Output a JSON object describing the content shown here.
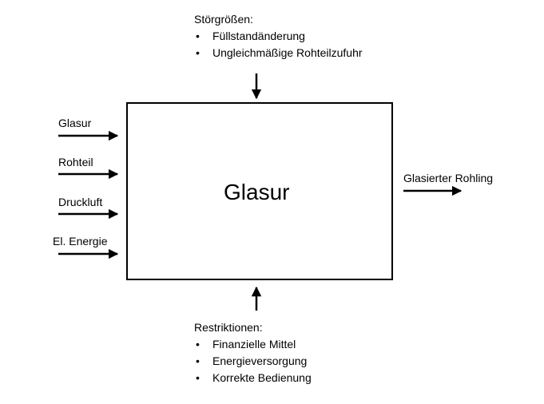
{
  "process": {
    "title": "Glasur"
  },
  "disturbances": {
    "heading": "Störgrößen:",
    "items": [
      "Füllstandänderung",
      "Ungleichmäßige Rohteilzufuhr"
    ]
  },
  "restrictions": {
    "heading": "Restriktionen:",
    "items": [
      "Finanzielle Mittel",
      "Energieversorgung",
      "Korrekte Bedienung"
    ]
  },
  "inputs": [
    "Glasur",
    "Rohteil",
    "Druckluft",
    "El. Energie"
  ],
  "outputs": [
    "Glasierter Rohling"
  ]
}
